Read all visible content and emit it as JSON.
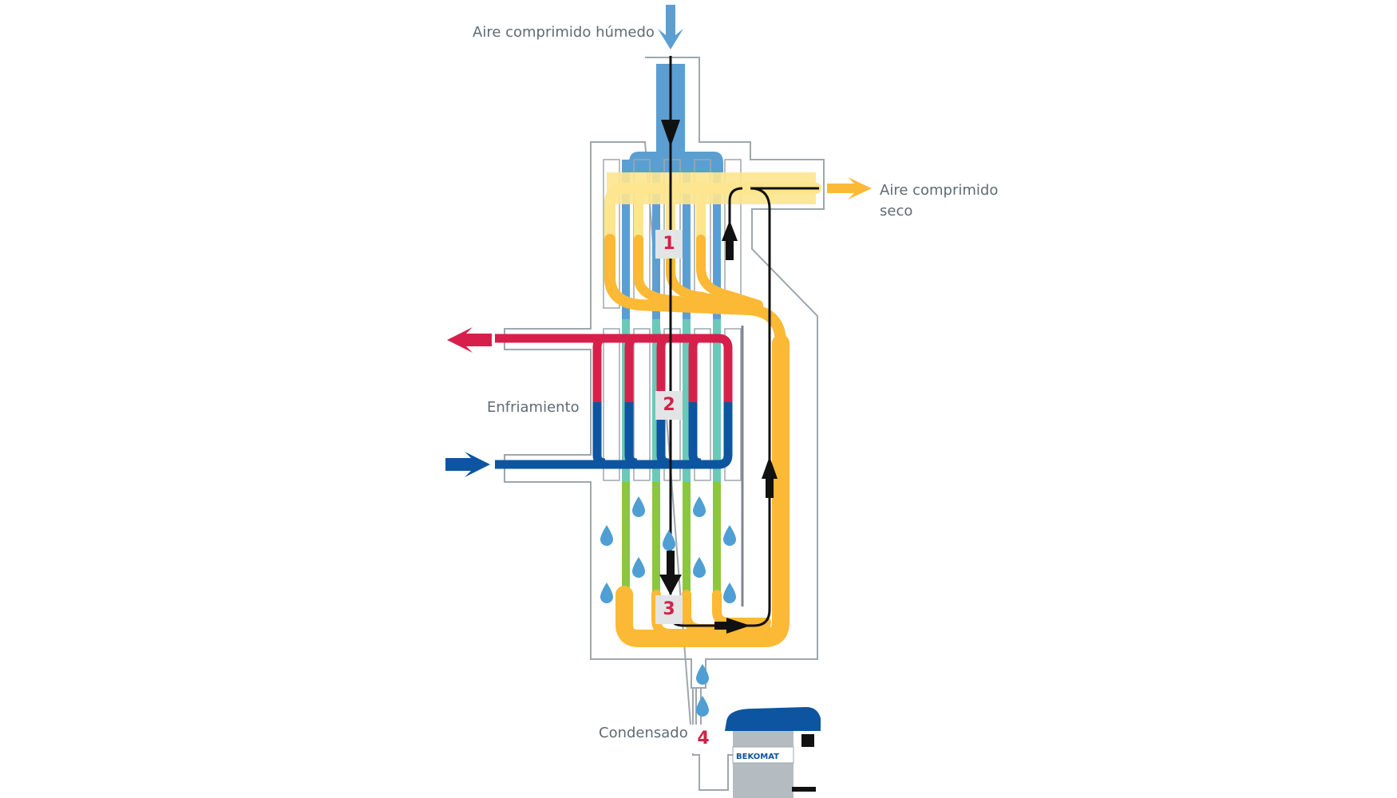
{
  "labels": {
    "wet_air": "Aire comprimido húmedo",
    "dry_air_line1": "Aire comprimido",
    "dry_air_line2": "seco",
    "cooling": "Enfriamiento",
    "condensate": "Condensado",
    "drain_brand": "BEKOMAT"
  },
  "stages": [
    "1",
    "2",
    "3",
    "4"
  ],
  "colors": {
    "wet_air": "#5b9fd2",
    "dry_air": "#fbb935",
    "dry_air_light": "#fde58f",
    "coolant_hot": "#d6204b",
    "coolant_cold": "#0d55a0",
    "cooling_zone_tube": "#6cc8b8",
    "condensing_tube": "#8cc63f",
    "droplet": "#4f9fd4",
    "housing": "#9ea7ad",
    "flow_arrow": "#111111",
    "drain_body": "#0d55a0"
  },
  "icons": [
    "down-arrow-icon",
    "right-arrow-icon",
    "left-arrow-icon",
    "water-drop-icon",
    "flow-arrow-icon"
  ]
}
